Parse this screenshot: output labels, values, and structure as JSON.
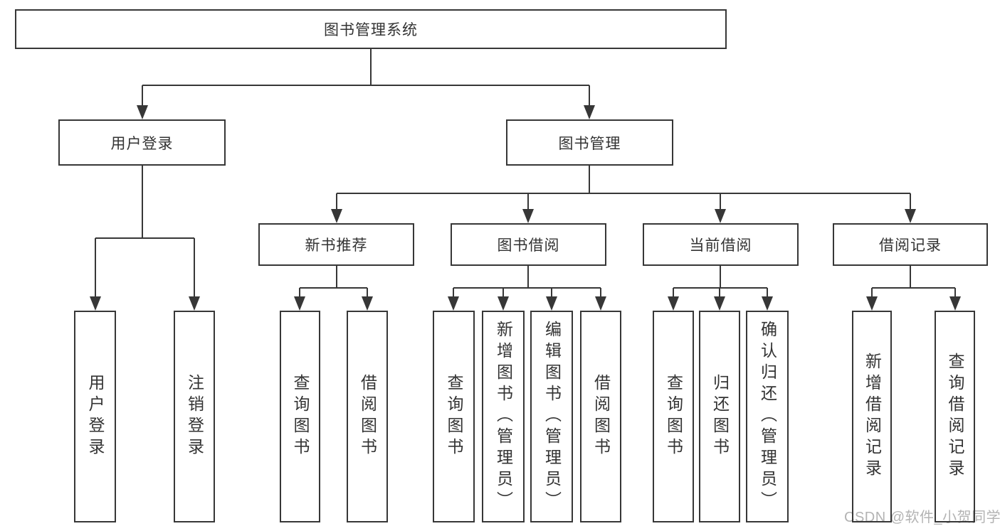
{
  "nodes": {
    "root": {
      "label": "图书管理系统"
    },
    "user_login": {
      "label": "用户登录",
      "children": [
        {
          "label": "用户登录"
        },
        {
          "label": "注销登录"
        }
      ]
    },
    "book_mgmt": {
      "label": "图书管理"
    },
    "new_books": {
      "label": "新书推荐",
      "children": [
        {
          "label": "查询图书"
        },
        {
          "label": "借阅图书"
        }
      ]
    },
    "borrow": {
      "label": "图书借阅",
      "children": [
        {
          "label": "查询图书"
        },
        {
          "label": "新增图书（管理员）"
        },
        {
          "label": "编辑图书（管理员）"
        },
        {
          "label": "借阅图书"
        }
      ]
    },
    "current": {
      "label": "当前借阅",
      "children": [
        {
          "label": "查询图书"
        },
        {
          "label": "归还图书"
        },
        {
          "label": "确认归还（管理员）"
        }
      ]
    },
    "records": {
      "label": "借阅记录",
      "children": [
        {
          "label": "新增借阅记录"
        },
        {
          "label": "查询借阅记录"
        }
      ]
    }
  },
  "watermark": "CSDN @软件_小贺同学",
  "colors": {
    "line": "#373737",
    "text": "#333333",
    "watermark": "#b3b3b3",
    "background": "#ffffff"
  }
}
